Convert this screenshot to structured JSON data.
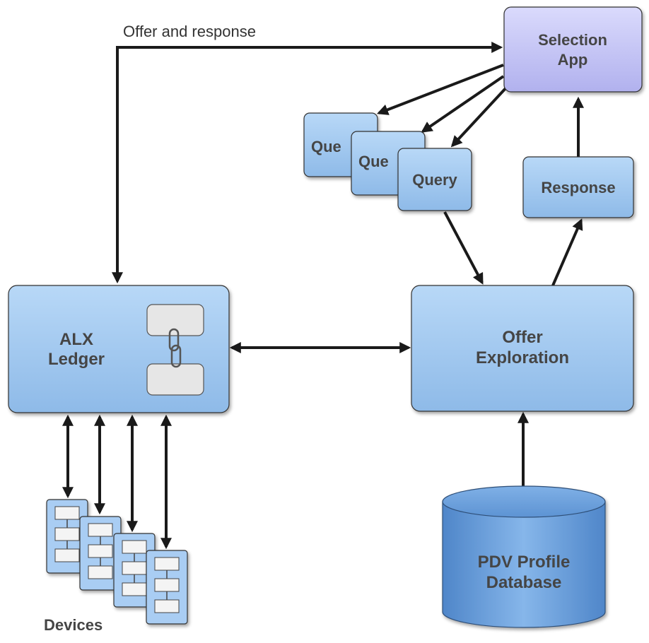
{
  "diagram": {
    "edge_label": "Offer and response",
    "selection_app": {
      "line1": "Selection",
      "line2": "App"
    },
    "queries": [
      "Que",
      "Que",
      "Query"
    ],
    "response": "Response",
    "alx_ledger": {
      "line1": "ALX",
      "line2": "Ledger"
    },
    "offer_exploration": {
      "line1": "Offer",
      "line2": "Exploration"
    },
    "database": {
      "line1": "PDV Profile",
      "line2": "Database"
    },
    "devices_label": "Devices"
  },
  "colors": {
    "box_fill_top": "#b3d4f5",
    "box_fill_bottom": "#8fbbe8",
    "selection_fill_top": "#d4d4fb",
    "selection_fill_bottom": "#b3b3ef",
    "db_fill": "#5e95d6",
    "arrow": "#1a1a1a"
  }
}
